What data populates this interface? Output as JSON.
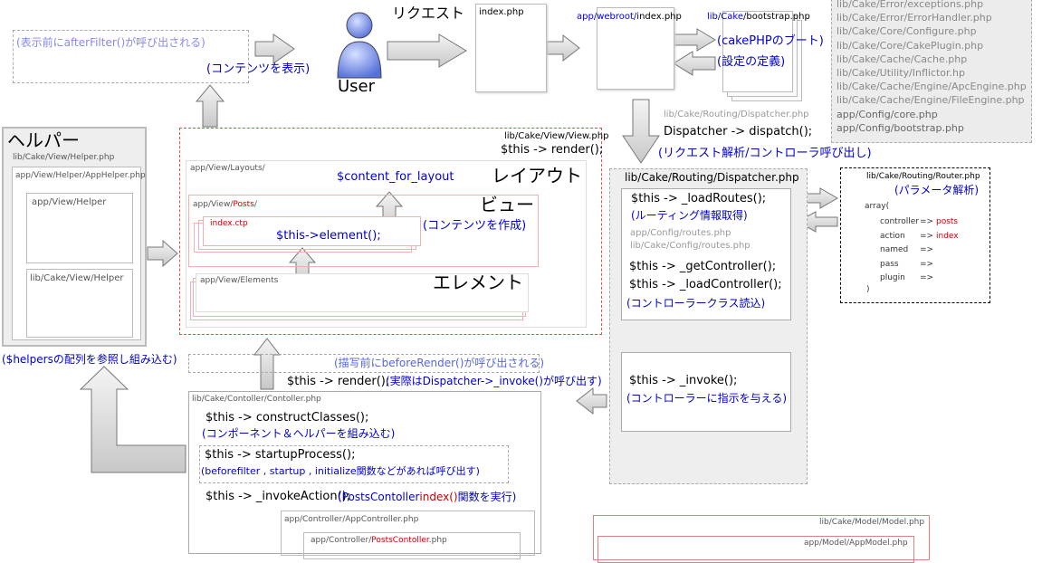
{
  "top": {
    "after_filter_note": "(表示前にafterFilter()が呼び出される)",
    "contents_display": "(コンテンツを表示)",
    "request_label": "リクエスト",
    "user_label": "User",
    "index_php": "index.php",
    "webroot_prefix": "app/webroot/",
    "webroot_file": "index.php",
    "bootstrap_prefix": "lib/",
    "bootstrap_cake": "Cake",
    "bootstrap_file": "/bootstrap.php",
    "cakephp_boot": "(cakePHPのブート)",
    "settings_def": "(設定の定義)"
  },
  "bootstrap_files": [
    "lib/Cake/Error/exceptions.php",
    "lib/Cake/Error/ErrorHandler.php",
    "lib/Cake/Core/Configure.php",
    "lib/Cake/Core/CakePlugin.php",
    "lib/Cake/Cache/Cache.php",
    "lib/Cake/Utility/Inflictor.hp",
    "lib/Cake/Cache/Engine/ApcEngine.php",
    "lib/Cake/Cache/Engine/FileEngine.php",
    "app/Config/core.php",
    "app/Config/bootstrap.php"
  ],
  "dispatch": {
    "file": "lib/Cake/Routing/Dispatcher.php",
    "call": "Dispatcher -> dispatch();",
    "note": "(リクエスト解析/コントローラ呼び出し)"
  },
  "dispatcher_panel": {
    "title": "lib/Cake/Routing/Dispatcher.php",
    "load_routes": "$this -> _loadRoutes();",
    "routing_info": "(ルーティング情報取得)",
    "routes1": "app/Config/routes.php",
    "routes2": "lib/Cake/Config/routes.php",
    "get_controller": "$this -> _getController();",
    "load_controller": "$this -> _loadController();",
    "controller_class_read": "(コントローラークラス読込)",
    "invoke": "$this -> _invoke();",
    "invoke_note": "(コントローラーに指示を与える)"
  },
  "router": {
    "file": "lib/Cake/Routing/Router.php",
    "note": "(パラメータ解析)",
    "array_open": "array(",
    "rows": [
      {
        "key": "controller",
        "arrow": "=>",
        "val": "posts"
      },
      {
        "key": "action",
        "arrow": "=>",
        "val": "index"
      },
      {
        "key": "named",
        "arrow": "=>",
        "val": ""
      },
      {
        "key": "pass",
        "arrow": "=>",
        "val": ""
      },
      {
        "key": "plugin",
        "arrow": "=>",
        "val": ""
      }
    ],
    "array_close": ")"
  },
  "helper": {
    "title": "ヘルパー",
    "file": "lib/Cake/View/Helper.php",
    "app_helper": "app/View/Helper/AppHelper.php",
    "app_view_helper": "app/View/Helper",
    "lib_view_helper": "lib/Cake/View/Helper",
    "note": "($helpersの配列を参照し組み込む)"
  },
  "view": {
    "file": "lib/Cake/View/View.php",
    "render": "$this -> render();",
    "layouts_path": "app/View/Layouts/",
    "layout_label": "レイアウト",
    "content_for_layout": "$content_for_layout",
    "view_label": "ビュー",
    "posts_prefix": "app/View/",
    "posts_dir": "Posts",
    "posts_suffix": "/",
    "index_ctp": "index.ctp",
    "element_call": "$this->element();",
    "contents_create": "(コンテンツを作成)",
    "elements_path": "app/View/Elements",
    "element_label": "エレメント"
  },
  "before_render": "(描写前にbeforeRender()が呼び出される)",
  "controller": {
    "render": "$this -> render();",
    "render_note": "(実際はDispatcher->_invoke()が呼び出す)",
    "file": "lib/Cake/Contoller/Contoller.php",
    "construct": "$this -> constructClasses();",
    "construct_note": "(コンポーネント＆ヘルパーを組み込む)",
    "startup": "$this -> startupProcess();",
    "startup_note": "(beforefilter , startup , initialize関数などがあれば呼び出す)",
    "invoke_action": "$this -> _invokeAction();",
    "invoke_note_pre": "(PostsContoller",
    "invoke_note_red": "index()",
    "invoke_note_post": "関数を実行)",
    "app_controller": "app/Controller/AppController.php",
    "posts_controller_pre": "app/Controller/",
    "posts_controller_red": "PostsContoller",
    "posts_controller_post": ".php"
  },
  "model": {
    "file": "lib/Cake/Model/Model.php",
    "app_model": "app/Model/AppModel.php"
  }
}
